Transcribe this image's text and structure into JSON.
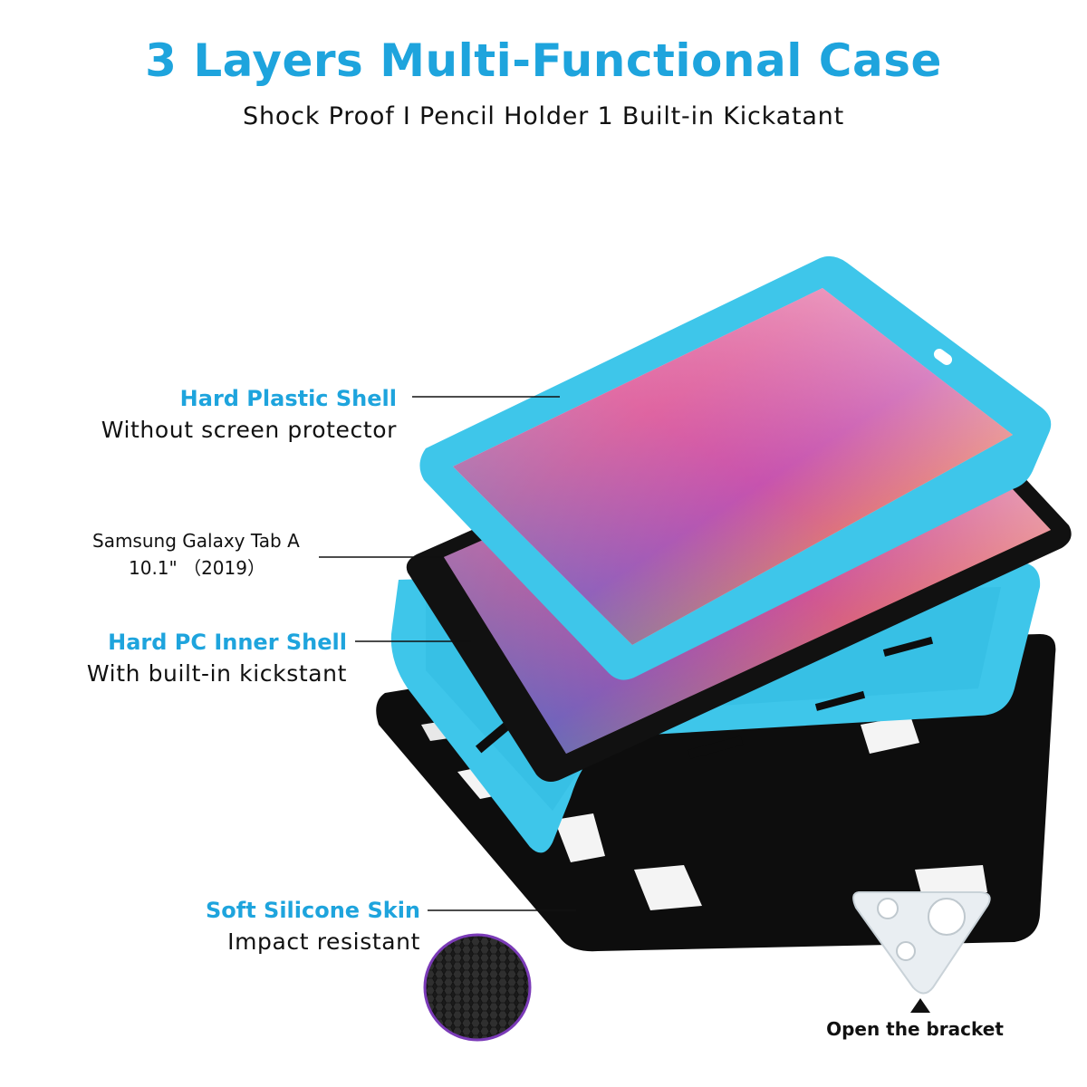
{
  "header": {
    "title": "3 Layers Multi-Functional Case",
    "subtitle": "Shock Proof I Pencil Holder 1 Built-in Kickatant"
  },
  "callouts": {
    "hard_plastic": {
      "title": "Hard Plastic Shell",
      "subtitle": "Without screen protector"
    },
    "tablet": {
      "line1": "Samsung Galaxy Tab A",
      "line2": "10.1\" （2019）"
    },
    "pc_inner": {
      "title": "Hard PC Inner Shell",
      "subtitle": "With built-in kickstant"
    },
    "silicone": {
      "title": "Soft Silicone Skin",
      "subtitle": "Impact resistant"
    }
  },
  "bracket": {
    "caption": "Open the bracket"
  },
  "colors": {
    "accent_blue": "#1ea4dd",
    "case_blue": "#3ec6ea",
    "case_black": "#0d0d0d",
    "text": "#111111"
  },
  "icons": {
    "arrow": "up-triangle-icon",
    "texture": "honeycomb-texture-swatch",
    "bracket": "kickstand-bracket-icon"
  }
}
